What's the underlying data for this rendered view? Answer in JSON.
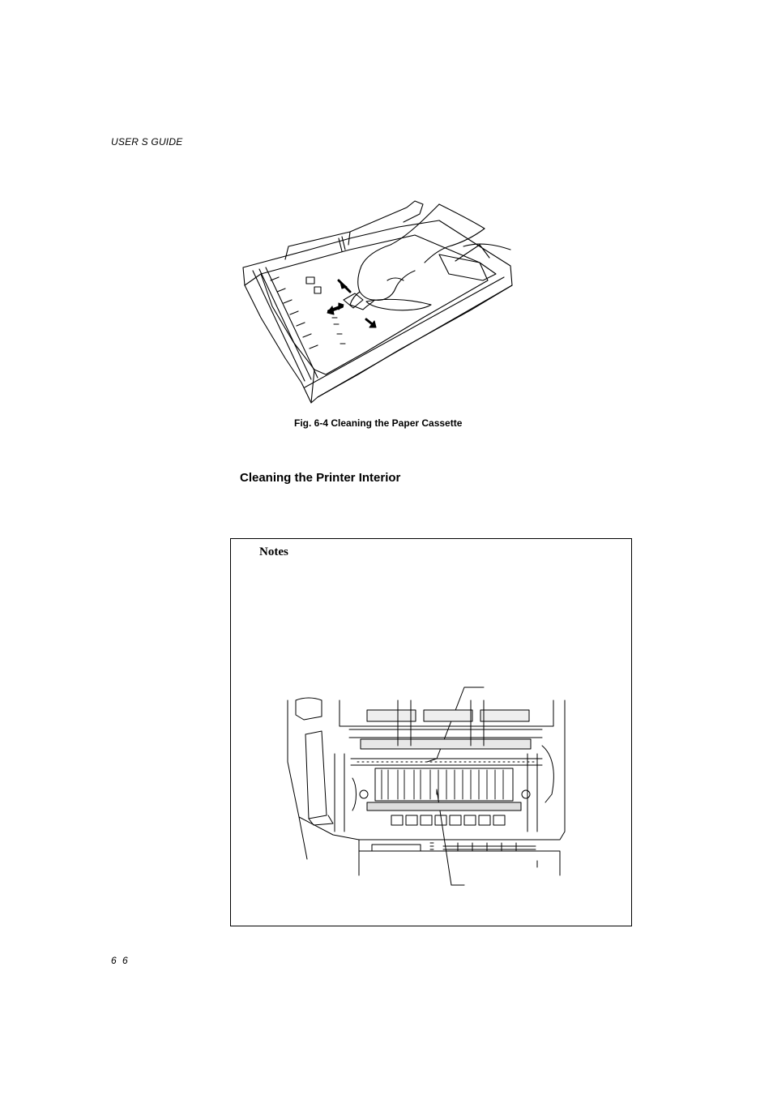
{
  "header": {
    "running_title": "USER S GUIDE"
  },
  "figure_1": {
    "caption": "Fig. 6-4  Cleaning the Paper Cassette",
    "illustration": "paper-cassette-cleaning-drawing"
  },
  "section": {
    "title": "Cleaning the Printer Interior"
  },
  "notes": {
    "title": "Notes",
    "illustration": "printer-interior-drawing"
  },
  "footer": {
    "page_number": "6 6"
  }
}
